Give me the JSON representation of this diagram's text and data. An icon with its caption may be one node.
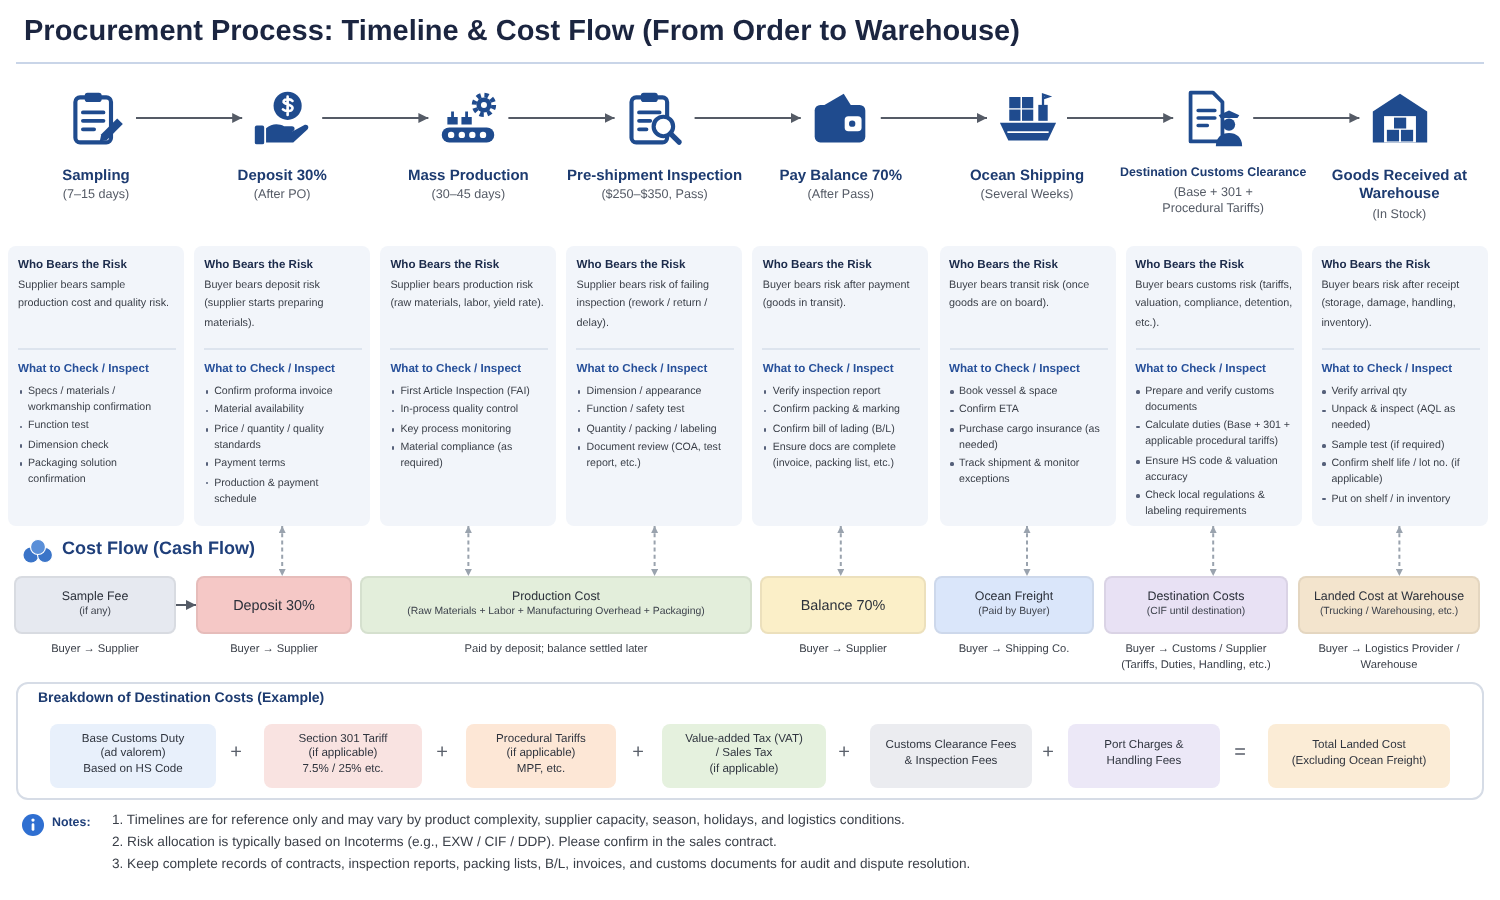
{
  "diagram": {
    "title": "Procurement Process: Timeline & Cost Flow (From Order to Warehouse)",
    "nodes": [
      {
        "text": [
          "Sampling",
          "(7–15 days)"
        ]
      },
      {
        "text": [
          "Deposit 30%",
          "(After PO)"
        ]
      },
      {
        "text": [
          "Mass Production",
          "(30–45 days)"
        ]
      },
      {
        "text": [
          "Pre-shipment Inspection",
          "($250–$350, Pass)"
        ]
      },
      {
        "text": [
          "Pay Balance 70%",
          "(After Pass)"
        ]
      },
      {
        "text": [
          "Ocean Shipping",
          "(Several Weeks)"
        ]
      },
      {
        "text": [
          "Destination Customs Clearance",
          "(Base + 301 + Procedural Tariffs)"
        ]
      },
      {
        "text": [
          "Goods Received at Warehouse",
          "(In Stock)"
        ]
      },
      {
        "text": [
          "Who Bears the Risk",
          "Supplier bears sample production cost and quality risk.",
          "What to Check / Inspect",
          "Specs / materials / workmanship confirmation",
          "Function test",
          "Dimension check",
          "Packaging solution confirmation"
        ]
      },
      {
        "text": [
          "Who Bears the Risk",
          "Buyer bears deposit risk (supplier starts preparing materials).",
          "What to Check / Inspect",
          "Confirm proforma invoice",
          "Material availability",
          "Price / quantity / quality standards",
          "Payment terms",
          "Production & payment schedule"
        ]
      },
      {
        "text": [
          "Who Bears the Risk",
          "Supplier bears production risk (raw materials, labor, yield rate).",
          "What to Check / Inspect",
          "First Article Inspection (FAI)",
          "In-process quality control",
          "Key process monitoring",
          "Material compliance (as required)"
        ]
      },
      {
        "text": [
          "Who Bears the Risk",
          "Supplier bears risk of failing inspection (rework / return / delay).",
          "What to Check / Inspect",
          "Dimension / appearance",
          "Function / safety test",
          "Quantity / packing / labeling",
          "Document review (COA, test report, etc.)"
        ]
      },
      {
        "text": [
          "Who Bears the Risk",
          "Buyer bears risk after payment (goods in transit).",
          "What to Check / Inspect",
          "Verify inspection report",
          "Confirm packing & marking",
          "Confirm bill of lading (B/L)",
          "Ensure docs are complete (invoice, packing list, etc.)"
        ]
      },
      {
        "text": [
          "Who Bears the Risk",
          "Buyer bears transit risk (once goods are on board).",
          "What to Check / Inspect",
          "Book vessel & space",
          "Confirm ETA",
          "Purchase cargo insurance (as needed)",
          "Track shipment & monitor exceptions"
        ]
      },
      {
        "text": [
          "Who Bears the Risk",
          "Buyer bears customs risk (tariffs, valuation, compliance, detention, etc.).",
          "What to Check / Inspect",
          "Prepare and verify customs documents",
          "Calculate duties (Base + 301 + applicable procedural tariffs)",
          "Ensure HS code & valuation accuracy",
          "Check local regulations & labeling requirements"
        ]
      },
      {
        "text": [
          "Who Bears the Risk",
          "Buyer bears risk after receipt (storage, damage, handling, inventory).",
          "What to Check / Inspect",
          "Verify arrival qty",
          "Unpack & inspect (AQL as needed)",
          "Sample test (if required)",
          "Confirm shelf life / lot no. (if applicable)",
          "Put on shelf / in inventory"
        ]
      },
      {
        "text": [
          "Sample Fee",
          "(if any)"
        ],
        "beside": [
          "Buyer → Supplier"
        ]
      },
      {
        "text": [
          "Deposit 30%"
        ],
        "beside": [
          "Buyer → Supplier"
        ]
      },
      {
        "text": [
          "Production Cost",
          "(Raw Materials + Labor + Manufacturing Overhead + Packaging)"
        ],
        "beside": [
          "Paid by deposit; balance settled later"
        ]
      },
      {
        "text": [
          "Balance 70%"
        ],
        "beside": [
          "Buyer → Supplier"
        ]
      },
      {
        "text": [
          "Ocean Freight",
          "(Paid by Buyer)"
        ],
        "beside": [
          "Buyer → Shipping Co."
        ]
      },
      {
        "text": [
          "Destination Costs",
          "(CIF until destination)"
        ],
        "beside": [
          "Buyer → Customs / Supplier",
          "(Tariffs, Duties, Handling, etc.)"
        ]
      },
      {
        "text": [
          "Landed Cost at Warehouse",
          "(Trucking / Warehousing, etc.)"
        ],
        "beside": [
          "Buyer → Logistics Provider / Warehouse"
        ]
      },
      {
        "text": [
          "Breakdown of Destination Costs (Example)"
        ]
      },
      {
        "text": [
          "Base Customs Duty",
          "(ad valorem)",
          "Based on HS Code"
        ],
        "in": 23
      },
      {
        "text": [
          "Section 301 Tariff",
          "(if applicable)",
          "7.5% / 25% etc."
        ],
        "in": 23
      },
      {
        "text": [
          "Procedural Tariffs",
          "(if applicable)",
          "MPF, etc."
        ],
        "in": 23
      },
      {
        "text": [
          "Value-added Tax (VAT) / Sales Tax",
          "(if applicable)"
        ],
        "in": 23
      },
      {
        "text": [
          "Customs Clearance Fees & Inspection Fees"
        ],
        "in": 23
      },
      {
        "text": [
          "Port Charges & Handling Fees"
        ],
        "in": 23
      },
      {
        "text": [
          "Total Landed Cost",
          "(Excluding Ocean Freight)"
        ],
        "in": 23
      }
    ],
    "edges": [
      {
        "from": 0,
        "to": 1,
        "arrow": "to"
      },
      {
        "from": 1,
        "to": 2,
        "arrow": "to"
      },
      {
        "from": 2,
        "to": 3,
        "arrow": "to"
      },
      {
        "from": 3,
        "to": 4,
        "arrow": "to"
      },
      {
        "from": 4,
        "to": 5,
        "arrow": "to"
      },
      {
        "from": 5,
        "to": 6,
        "arrow": "to"
      },
      {
        "from": 6,
        "to": 7,
        "arrow": "to"
      },
      {
        "from": 9,
        "to": 17,
        "arrow": "both",
        "style": "dashed",
        "color": "#9aa3ae"
      },
      {
        "from": 10,
        "to": 18,
        "arrow": "both",
        "style": "dashed",
        "color": "#9aa3ae"
      },
      {
        "from": 11,
        "to": 18,
        "arrow": "both",
        "style": "dashed",
        "color": "#9aa3ae"
      },
      {
        "from": 12,
        "to": 19,
        "arrow": "both",
        "style": "dashed",
        "color": "#9aa3ae"
      },
      {
        "from": 13,
        "to": 20,
        "arrow": "both",
        "style": "dashed",
        "color": "#9aa3ae"
      },
      {
        "from": 14,
        "to": 21,
        "arrow": "both",
        "style": "dashed",
        "color": "#9aa3ae"
      },
      {
        "from": 15,
        "to": 22,
        "arrow": "both",
        "style": "dashed",
        "color": "#9aa3ae"
      },
      {
        "from": 16,
        "to": 17,
        "arrow": "to"
      }
    ],
    "labels": [
      "Cost Flow (Cash Flow)",
      "+",
      "+",
      "+",
      "+",
      "+",
      "=",
      "Notes:",
      "1. Timelines are for reference only and may vary by product complexity, supplier capacity, season, holidays, and logistics conditions.",
      "2. Risk allocation is typically based on Incoterms (e.g., EXW / CIF / DDP). Please confirm in the sales contract.",
      "3. Keep complete records of contracts, inspection reports, packing lists, B/L, invoices, and customs documents for audit and dispute resolution."
    ]
  }
}
